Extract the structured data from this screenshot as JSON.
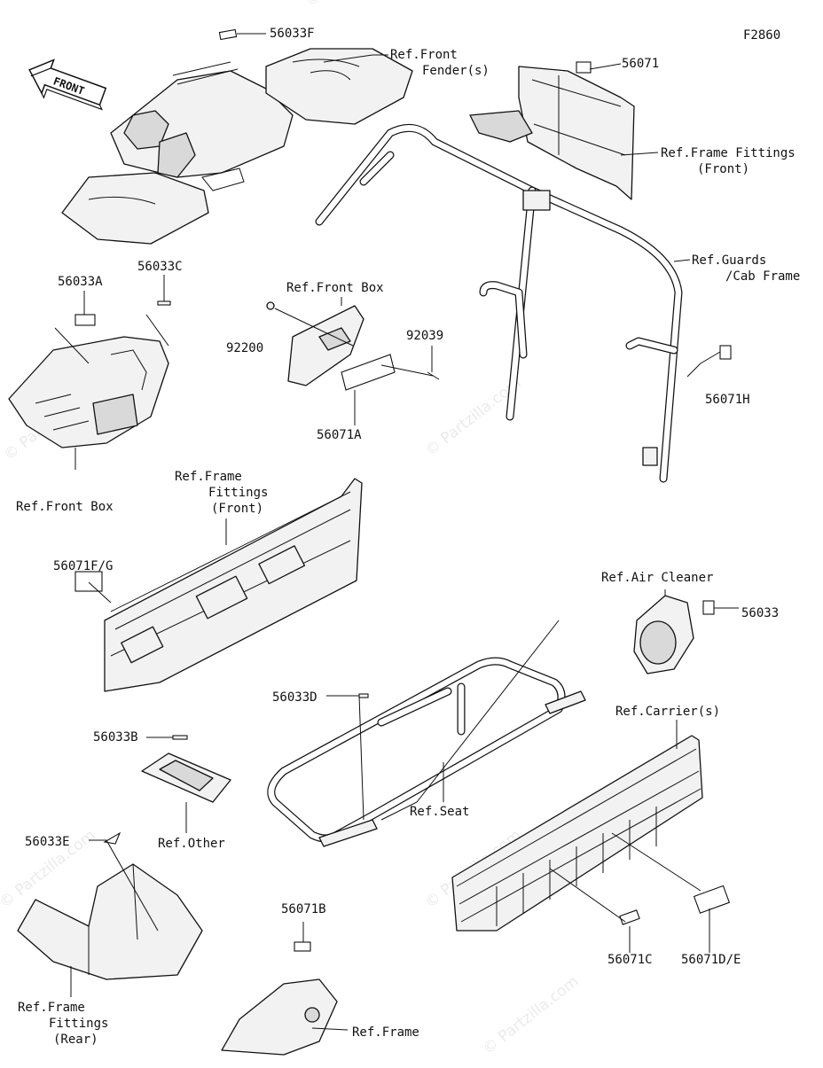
{
  "figure_code": "F2860",
  "direction_badge": "FRONT",
  "watermarks": [
    {
      "text": "© Partzilla.com"
    },
    {
      "text": "© Partzilla.com"
    },
    {
      "text": "© Partzilla.com"
    },
    {
      "text": "© Partzilla.com"
    },
    {
      "text": "© Partzilla.com"
    },
    {
      "text": "© Partzilla.com"
    }
  ],
  "callouts": [
    {
      "id": "56033F",
      "lines": [
        "56033F"
      ]
    },
    {
      "id": "ref-front-fender",
      "lines": [
        "Ref.Front",
        "Fender(s)"
      ]
    },
    {
      "id": "56071",
      "lines": [
        "56071"
      ]
    },
    {
      "id": "ref-frame-fittings-front-top",
      "lines": [
        "Ref.Frame Fittings",
        "(Front)"
      ]
    },
    {
      "id": "ref-guards-cab-frame",
      "lines": [
        "Ref.Guards",
        "/Cab Frame"
      ]
    },
    {
      "id": "56071H",
      "lines": [
        "56071H"
      ]
    },
    {
      "id": "56033A",
      "lines": [
        "56033A"
      ]
    },
    {
      "id": "56033C",
      "lines": [
        "56033C"
      ]
    },
    {
      "id": "ref-front-box-center",
      "lines": [
        "Ref.Front Box"
      ]
    },
    {
      "id": "92200",
      "lines": [
        "92200"
      ]
    },
    {
      "id": "92039",
      "lines": [
        "92039"
      ]
    },
    {
      "id": "56071A",
      "lines": [
        "56071A"
      ]
    },
    {
      "id": "ref-front-box-left",
      "lines": [
        "Ref.Front Box"
      ]
    },
    {
      "id": "ref-frame-fittings-front-mid",
      "lines": [
        "Ref.Frame",
        "Fittings",
        "(Front)"
      ]
    },
    {
      "id": "56071F-G",
      "lines": [
        "56071F/G"
      ]
    },
    {
      "id": "ref-air-cleaner",
      "lines": [
        "Ref.Air Cleaner"
      ]
    },
    {
      "id": "56033",
      "lines": [
        "56033"
      ]
    },
    {
      "id": "56033D",
      "lines": [
        "56033D"
      ]
    },
    {
      "id": "ref-carriers",
      "lines": [
        "Ref.Carrier(s)"
      ]
    },
    {
      "id": "56033B",
      "lines": [
        "56033B"
      ]
    },
    {
      "id": "ref-other",
      "lines": [
        "Ref.Other"
      ]
    },
    {
      "id": "ref-seat",
      "lines": [
        "Ref.Seat"
      ]
    },
    {
      "id": "56033E",
      "lines": [
        "56033E"
      ]
    },
    {
      "id": "56071B",
      "lines": [
        "56071B"
      ]
    },
    {
      "id": "ref-frame-fittings-rear",
      "lines": [
        "Ref.Frame",
        "Fittings",
        "(Rear)"
      ]
    },
    {
      "id": "ref-frame",
      "lines": [
        "Ref.Frame"
      ]
    },
    {
      "id": "56071C",
      "lines": [
        "56071C"
      ]
    },
    {
      "id": "56071D-E",
      "lines": [
        "56071D/E"
      ]
    }
  ]
}
